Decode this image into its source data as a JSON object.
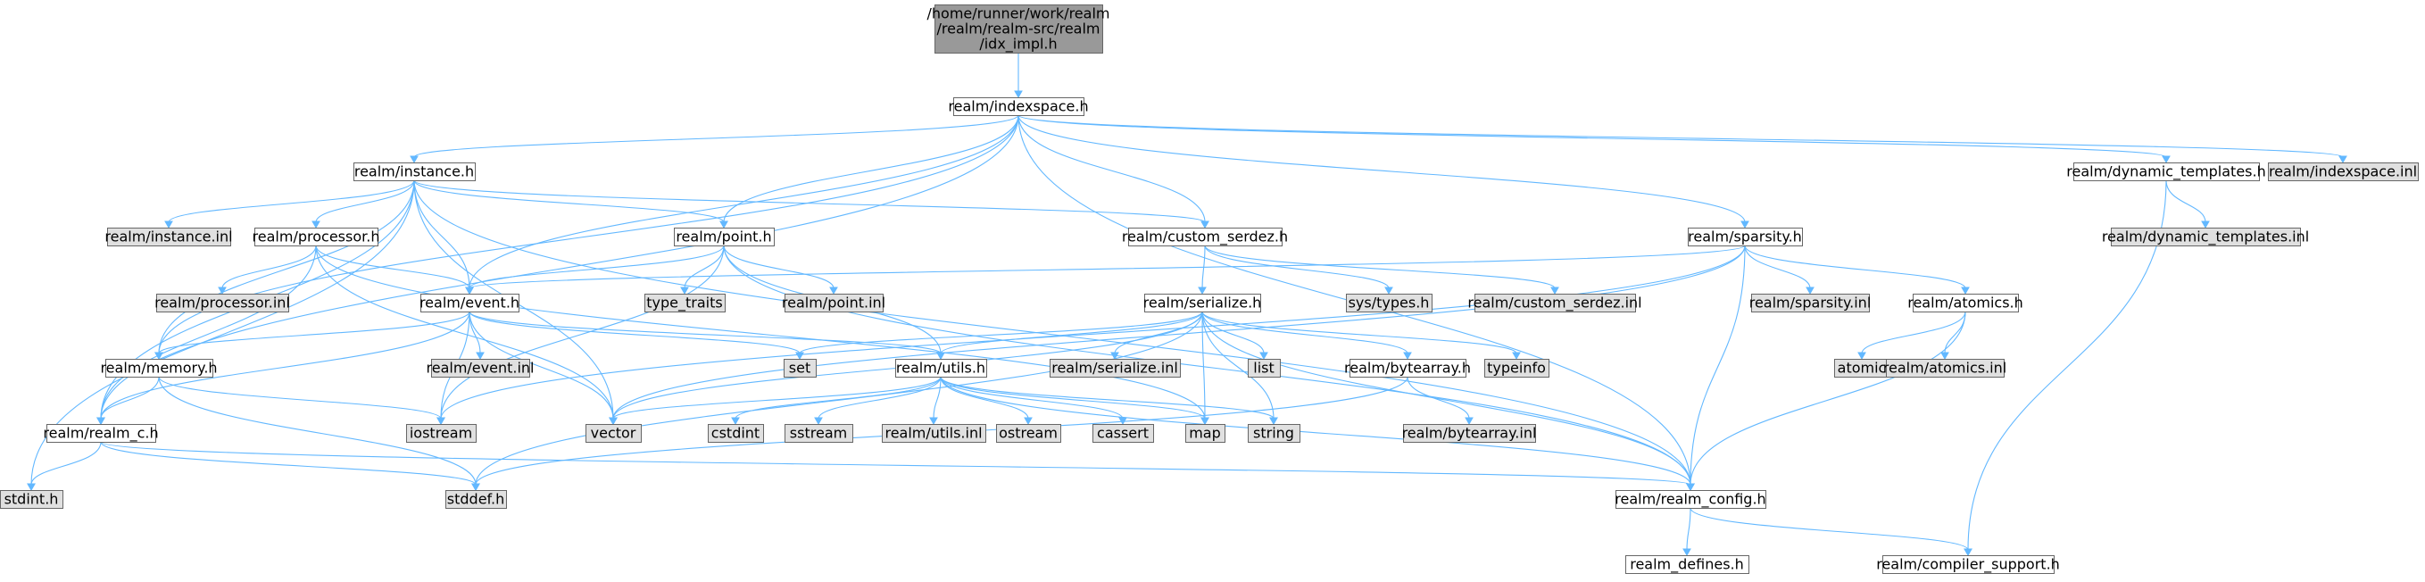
{
  "colors": {
    "edge": "#63b8ff",
    "root_fill": "#999999",
    "doc_fill": "#ffffff",
    "system_fill": "#e0e0e0",
    "border": "#666666"
  },
  "nodes": [
    {
      "id": "root",
      "label": "/home/runner/work/realm\n/realm/realm-src/realm\n/idx_impl.h",
      "kind": "root"
    },
    {
      "id": "indexspace_h",
      "label": "realm/indexspace.h",
      "kind": "doc"
    },
    {
      "id": "instance_h",
      "label": "realm/instance.h",
      "kind": "doc"
    },
    {
      "id": "dynamic_templates_h",
      "label": "realm/dynamic_templates.h",
      "kind": "doc"
    },
    {
      "id": "indexspace_inl",
      "label": "realm/indexspace.inl",
      "kind": "system"
    },
    {
      "id": "dynamic_templates_inl",
      "label": "realm/dynamic_templates.inl",
      "kind": "system"
    },
    {
      "id": "instance_inl",
      "label": "realm/instance.inl",
      "kind": "system"
    },
    {
      "id": "processor_h",
      "label": "realm/processor.h",
      "kind": "doc"
    },
    {
      "id": "point_h",
      "label": "realm/point.h",
      "kind": "doc"
    },
    {
      "id": "custom_serdez_h",
      "label": "realm/custom_serdez.h",
      "kind": "doc"
    },
    {
      "id": "sparsity_h",
      "label": "realm/sparsity.h",
      "kind": "doc"
    },
    {
      "id": "processor_inl",
      "label": "realm/processor.inl",
      "kind": "system"
    },
    {
      "id": "event_h",
      "label": "realm/event.h",
      "kind": "doc"
    },
    {
      "id": "type_traits",
      "label": "type_traits",
      "kind": "system"
    },
    {
      "id": "point_inl",
      "label": "realm/point.inl",
      "kind": "system"
    },
    {
      "id": "serialize_h",
      "label": "realm/serialize.h",
      "kind": "doc"
    },
    {
      "id": "sys_types_h",
      "label": "sys/types.h",
      "kind": "system"
    },
    {
      "id": "custom_serdez_inl",
      "label": "realm/custom_serdez.inl",
      "kind": "system"
    },
    {
      "id": "sparsity_inl",
      "label": "realm/sparsity.inl",
      "kind": "system"
    },
    {
      "id": "atomics_h",
      "label": "realm/atomics.h",
      "kind": "doc"
    },
    {
      "id": "event_inl",
      "label": "realm/event.inl",
      "kind": "system"
    },
    {
      "id": "set",
      "label": "set",
      "kind": "system"
    },
    {
      "id": "utils_h",
      "label": "realm/utils.h",
      "kind": "doc"
    },
    {
      "id": "serialize_inl",
      "label": "realm/serialize.inl",
      "kind": "system"
    },
    {
      "id": "list",
      "label": "list",
      "kind": "system"
    },
    {
      "id": "bytearray_h",
      "label": "realm/bytearray.h",
      "kind": "doc"
    },
    {
      "id": "typeinfo",
      "label": "typeinfo",
      "kind": "system"
    },
    {
      "id": "atomic",
      "label": "atomic",
      "kind": "system"
    },
    {
      "id": "atomics_inl",
      "label": "realm/atomics.inl",
      "kind": "system"
    },
    {
      "id": "memory_h",
      "label": "realm/memory.h",
      "kind": "doc"
    },
    {
      "id": "iostream",
      "label": "iostream",
      "kind": "system"
    },
    {
      "id": "vector",
      "label": "vector",
      "kind": "system"
    },
    {
      "id": "cstdint",
      "label": "cstdint",
      "kind": "system"
    },
    {
      "id": "sstream",
      "label": "sstream",
      "kind": "system"
    },
    {
      "id": "utils_inl",
      "label": "realm/utils.inl",
      "kind": "system"
    },
    {
      "id": "ostream",
      "label": "ostream",
      "kind": "system"
    },
    {
      "id": "cassert",
      "label": "cassert",
      "kind": "system"
    },
    {
      "id": "map",
      "label": "map",
      "kind": "system"
    },
    {
      "id": "string",
      "label": "string",
      "kind": "system"
    },
    {
      "id": "bytearray_inl",
      "label": "realm/bytearray.inl",
      "kind": "system"
    },
    {
      "id": "realm_c_h",
      "label": "realm/realm_c.h",
      "kind": "doc"
    },
    {
      "id": "stdint_h",
      "label": "stdint.h",
      "kind": "system"
    },
    {
      "id": "stddef_h",
      "label": "stddef.h",
      "kind": "system"
    },
    {
      "id": "realm_config_h",
      "label": "realm/realm_config.h",
      "kind": "doc"
    },
    {
      "id": "realm_defines_h",
      "label": "realm_defines.h",
      "kind": "doc"
    },
    {
      "id": "compiler_support_h",
      "label": "realm/compiler_support.h",
      "kind": "doc"
    }
  ],
  "edges": [
    [
      "root",
      "indexspace_h"
    ],
    [
      "indexspace_h",
      "instance_h"
    ],
    [
      "indexspace_h",
      "dynamic_templates_h"
    ],
    [
      "indexspace_h",
      "indexspace_inl"
    ],
    [
      "indexspace_h",
      "point_h"
    ],
    [
      "indexspace_h",
      "custom_serdez_h"
    ],
    [
      "indexspace_h",
      "sparsity_h"
    ],
    [
      "indexspace_h",
      "event_h"
    ],
    [
      "indexspace_h",
      "memory_h"
    ],
    [
      "indexspace_h",
      "realm_c_h"
    ],
    [
      "indexspace_h",
      "realm_config_h"
    ],
    [
      "instance_h",
      "instance_inl"
    ],
    [
      "instance_h",
      "processor_h"
    ],
    [
      "instance_h",
      "point_h"
    ],
    [
      "instance_h",
      "custom_serdez_h"
    ],
    [
      "instance_h",
      "event_h"
    ],
    [
      "instance_h",
      "memory_h"
    ],
    [
      "instance_h",
      "realm_c_h"
    ],
    [
      "instance_h",
      "stdint_h"
    ],
    [
      "instance_h",
      "vector"
    ],
    [
      "instance_h",
      "realm_config_h"
    ],
    [
      "dynamic_templates_h",
      "dynamic_templates_inl"
    ],
    [
      "dynamic_templates_h",
      "compiler_support_h"
    ],
    [
      "processor_h",
      "processor_inl"
    ],
    [
      "processor_h",
      "event_h"
    ],
    [
      "processor_h",
      "realm_c_h"
    ],
    [
      "processor_h",
      "vector"
    ],
    [
      "processor_h",
      "map"
    ],
    [
      "point_h",
      "event_h"
    ],
    [
      "point_h",
      "type_traits"
    ],
    [
      "point_h",
      "point_inl"
    ],
    [
      "point_h",
      "utils_h"
    ],
    [
      "point_h",
      "iostream"
    ],
    [
      "point_h",
      "realm_config_h"
    ],
    [
      "custom_serdez_h",
      "serialize_h"
    ],
    [
      "custom_serdez_h",
      "sys_types_h"
    ],
    [
      "custom_serdez_h",
      "custom_serdez_inl"
    ],
    [
      "sparsity_h",
      "event_h"
    ],
    [
      "sparsity_h",
      "sparsity_inl"
    ],
    [
      "sparsity_h",
      "atomics_h"
    ],
    [
      "sparsity_h",
      "realm_config_h"
    ],
    [
      "sparsity_h",
      "vector"
    ],
    [
      "sparsity_h",
      "iostream"
    ],
    [
      "event_h",
      "memory_h"
    ],
    [
      "event_h",
      "realm_c_h"
    ],
    [
      "event_h",
      "event_inl"
    ],
    [
      "event_h",
      "set"
    ],
    [
      "event_h",
      "utils_h"
    ],
    [
      "event_h",
      "iostream"
    ],
    [
      "event_h",
      "vector"
    ],
    [
      "serialize_h",
      "realm_config_h"
    ],
    [
      "serialize_h",
      "utils_h"
    ],
    [
      "serialize_h",
      "serialize_inl"
    ],
    [
      "serialize_h",
      "list"
    ],
    [
      "serialize_h",
      "bytearray_h"
    ],
    [
      "serialize_h",
      "typeinfo"
    ],
    [
      "serialize_h",
      "set"
    ],
    [
      "serialize_h",
      "vector"
    ],
    [
      "serialize_h",
      "map"
    ],
    [
      "serialize_h",
      "string"
    ],
    [
      "serialize_h",
      "stddef_h"
    ],
    [
      "atomics_h",
      "atomic"
    ],
    [
      "atomics_h",
      "atomics_inl"
    ],
    [
      "atomics_h",
      "realm_config_h"
    ],
    [
      "utils_h",
      "realm_config_h"
    ],
    [
      "utils_h",
      "vector"
    ],
    [
      "utils_h",
      "cstdint"
    ],
    [
      "utils_h",
      "sstream"
    ],
    [
      "utils_h",
      "utils_inl"
    ],
    [
      "utils_h",
      "ostream"
    ],
    [
      "utils_h",
      "cassert"
    ],
    [
      "utils_h",
      "map"
    ],
    [
      "utils_h",
      "string"
    ],
    [
      "bytearray_h",
      "bytearray_inl"
    ],
    [
      "bytearray_h",
      "stddef_h"
    ],
    [
      "memory_h",
      "realm_c_h"
    ],
    [
      "memory_h",
      "iostream"
    ],
    [
      "memory_h",
      "stddef_h"
    ],
    [
      "realm_c_h",
      "stdint_h"
    ],
    [
      "realm_c_h",
      "stddef_h"
    ],
    [
      "realm_c_h",
      "realm_config_h"
    ],
    [
      "realm_config_h",
      "realm_defines_h"
    ],
    [
      "realm_config_h",
      "compiler_support_h"
    ]
  ]
}
